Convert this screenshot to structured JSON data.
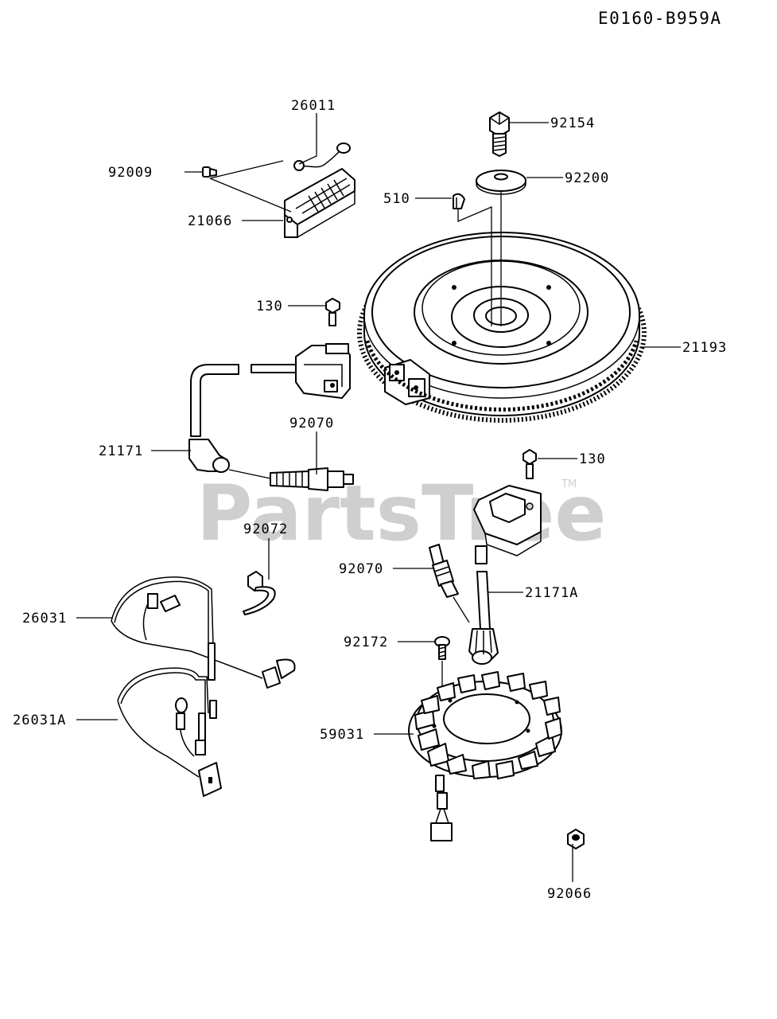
{
  "diagram_code": "E0160-B959A",
  "watermark": {
    "text": "PartsTree",
    "trademark": "TM"
  },
  "callouts": {
    "p26011": "26011",
    "p92009": "92009",
    "p21066": "21066",
    "p92154": "92154",
    "p92200": "92200",
    "p510": "510",
    "p130_top": "130",
    "p21193": "21193",
    "p92070_top": "92070",
    "p21171": "21171",
    "p130_right": "130",
    "p92072": "92072",
    "p92070_mid": "92070",
    "p21171A": "21171A",
    "p26031": "26031",
    "p92172": "92172",
    "p26031A": "26031A",
    "p59031": "59031",
    "p92066": "92066"
  }
}
